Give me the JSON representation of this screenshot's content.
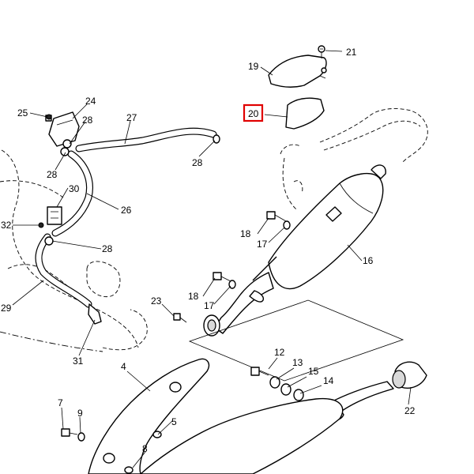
{
  "diagram": {
    "highlighted_part": "20",
    "callouts": {
      "c1": "12",
      "c2": "13",
      "c3": "15",
      "c4": "14",
      "c5": "22",
      "c6": "4",
      "c7": "7",
      "c8": "9",
      "c9": "5",
      "c10": "8",
      "c11": "23",
      "c12": "18",
      "c13": "17",
      "c14": "16",
      "c15": "18",
      "c16": "17",
      "c17": "19",
      "c18": "20",
      "c19": "21",
      "c20": "24",
      "c21": "25",
      "c22": "28",
      "c23": "27",
      "c24": "28",
      "c25": "28",
      "c26": "30",
      "c27": "26",
      "c28": "32",
      "c29": "28",
      "c30": "29",
      "c31": "31"
    }
  }
}
